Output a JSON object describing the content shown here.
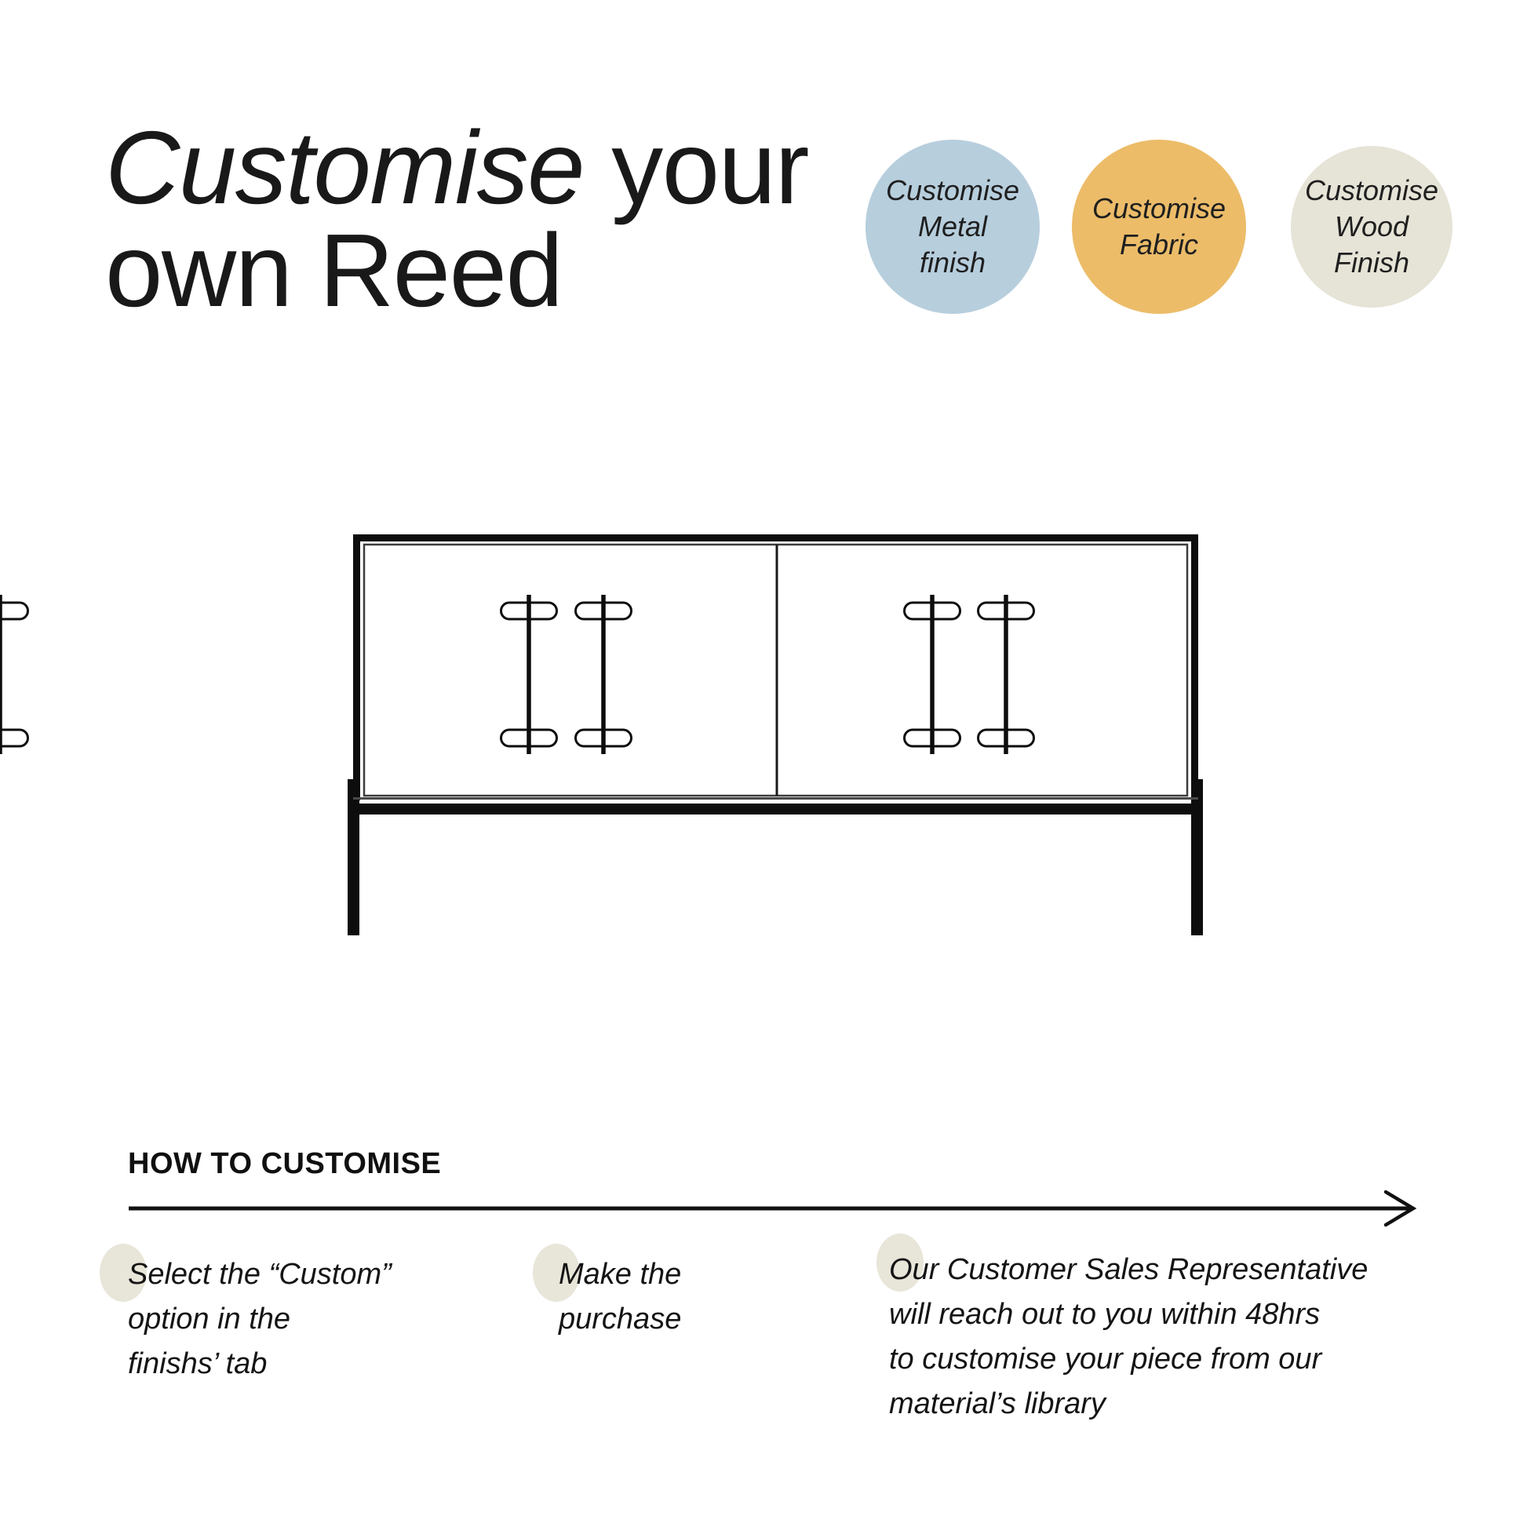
{
  "title": {
    "emphasis": "Customise",
    "rest": " your",
    "line2": "own Reed"
  },
  "customisation_badges": [
    {
      "id": "metal",
      "label": "Customise\nMetal\nfinish",
      "color": "#b7cedd"
    },
    {
      "id": "fabric",
      "label": "Customise\nFabric",
      "color": "#ecbc69"
    },
    {
      "id": "wood",
      "label": "Customise\nWood\nFinish",
      "color": "#e6e3d7"
    }
  ],
  "icons": {
    "product_drawing": "reed-sideboard-front-line-drawing",
    "flow_arrow": "right-arrow"
  },
  "how_to": {
    "heading": "HOW TO CUSTOMISE",
    "steps": [
      {
        "text": "Select the “Custom”\noption in the\nfinishs’ tab"
      },
      {
        "text": "Make the\npurchase"
      },
      {
        "text": "Our Customer Sales Representative\nwill reach out to you within 48hrs\nto customise your piece from our\nmaterial’s library"
      }
    ]
  },
  "colors": {
    "background": "#ffffff",
    "title_text": "#191919",
    "body_text": "#141414",
    "line_art": "#0d0d0d",
    "step_bullet": "#e8e5d9"
  }
}
